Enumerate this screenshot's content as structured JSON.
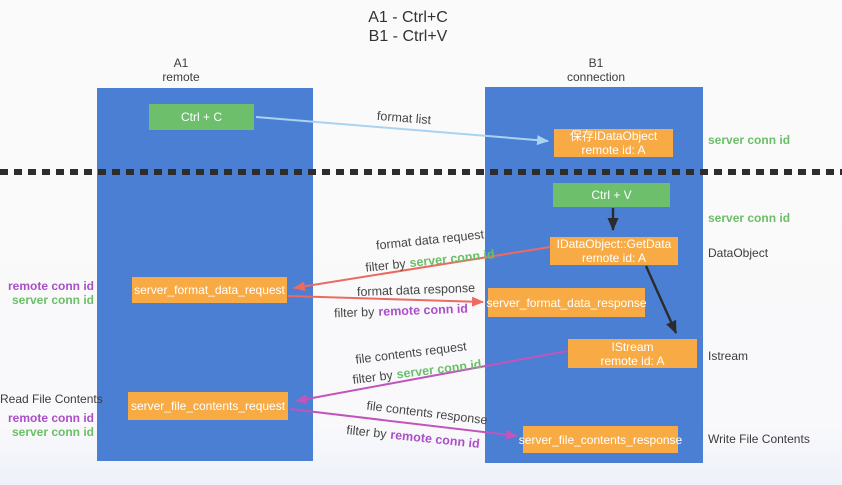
{
  "title": {
    "line1": "A1 - Ctrl+C",
    "line2": "B1 - Ctrl+V"
  },
  "lifelines": {
    "a": {
      "name": "A1",
      "role": "remote"
    },
    "b": {
      "name": "B1",
      "role": "connection"
    }
  },
  "nodes": {
    "ctrl_c": {
      "label": "Ctrl + C"
    },
    "save_idataobject": {
      "line1": "保存IDataObject",
      "line2": "remote id: A"
    },
    "ctrl_v": {
      "label": "Ctrl + V"
    },
    "getdata": {
      "line1": "IDataObject::GetData",
      "line2": "remote id: A"
    },
    "format_request": {
      "label": "server_format_data_request"
    },
    "format_response": {
      "label": "server_format_data_response"
    },
    "istream": {
      "line1": "IStream",
      "line2": "remote id: A"
    },
    "file_request": {
      "label": "server_file_contents_request"
    },
    "file_response": {
      "label": "server_file_contents_response"
    }
  },
  "side_labels": {
    "server_conn_id_right_top": "server conn id",
    "server_conn_id_right_mid": "server conn id",
    "dataobject": "DataObject",
    "istream": "Istream",
    "write_file_contents": "Write File Contents",
    "remote_conn_id_left_top": "remote conn id",
    "server_conn_id_left_top": "server conn id",
    "read_file_contents": "Read File Contents",
    "remote_conn_id_left_bottom": "remote conn id",
    "server_conn_id_left_bottom": "server conn id"
  },
  "arrow_labels": {
    "format_list": "format list",
    "format_data_request": "format data request",
    "format_data_response": "format data response",
    "file_contents_request": "file contents request",
    "file_contents_response": "file contents response",
    "filter_by": "filter by",
    "server_conn_id": "server conn id",
    "remote_conn_id": "remote conn id"
  },
  "colors": {
    "column_blue": "#4b7fd3",
    "box_green": "#6ebf6c",
    "box_orange": "#f8ab44",
    "arrow_light_blue": "#a9d3f1",
    "arrow_red": "#ec6a5f",
    "arrow_magenta": "#c155bb",
    "arrow_black": "#2b2b2b",
    "label_green": "#6abf68",
    "label_purple": "#aa4fc8",
    "text_dark": "#3c3c3c"
  }
}
